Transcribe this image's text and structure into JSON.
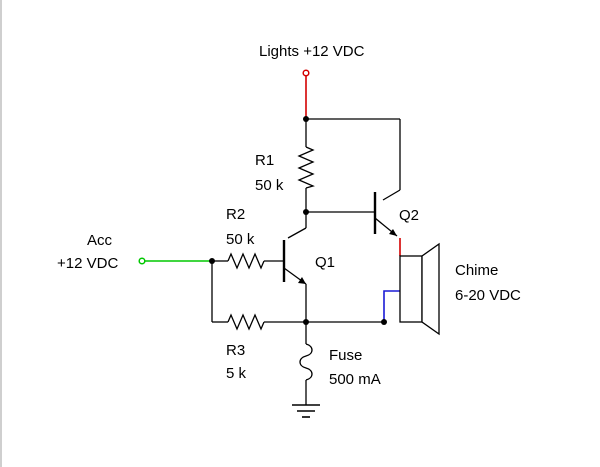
{
  "diagram": {
    "power_lights_label": "Lights +12 VDC",
    "acc_label_line1": "Acc",
    "acc_label_line2": "+12 VDC",
    "r1_name": "R1",
    "r1_value": "50 k",
    "r2_name": "R2",
    "r2_value": "50 k",
    "r3_name": "R3",
    "r3_value": "5 k",
    "q1_name": "Q1",
    "q2_name": "Q2",
    "fuse_name": "Fuse",
    "fuse_value": "500 mA",
    "chime_name": "Chime",
    "chime_value": "6-20 VDC"
  },
  "colors": {
    "lights_wire": "#d40000",
    "acc_wire": "#00c800",
    "chime_wire": "#1a1ad6",
    "left_border": "#cfcfcf"
  }
}
